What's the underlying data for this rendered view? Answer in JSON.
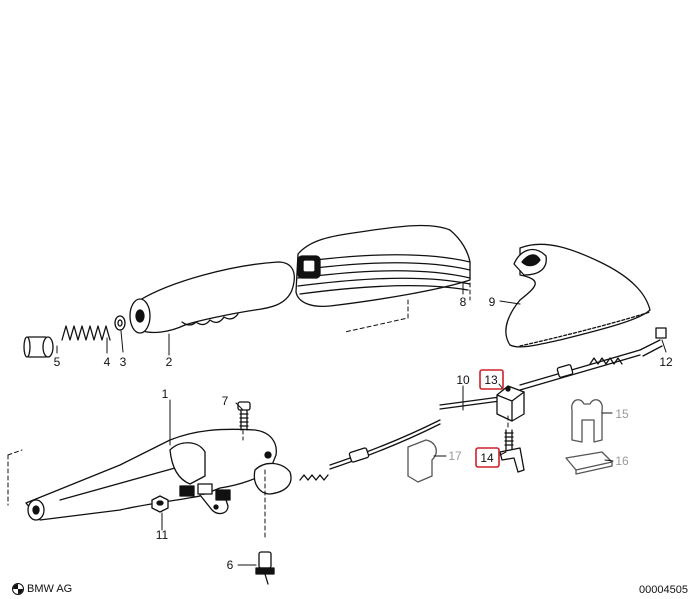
{
  "diagram": {
    "labels": {
      "p1": "1",
      "p2": "2",
      "p3": "3",
      "p4": "4",
      "p5": "5",
      "p6": "6",
      "p7": "7",
      "p8": "8",
      "p9": "9",
      "p10": "10",
      "p11": "11",
      "p12": "12",
      "p13": "13",
      "p14": "14",
      "p15": "15",
      "p16": "16",
      "p17": "17"
    },
    "highlighted": [
      "13",
      "14"
    ],
    "greyed": [
      "15",
      "16",
      "17"
    ],
    "highlight_color": "#d0202a"
  },
  "footer": {
    "brand": "BMW AG",
    "doc_number": "00004505"
  }
}
